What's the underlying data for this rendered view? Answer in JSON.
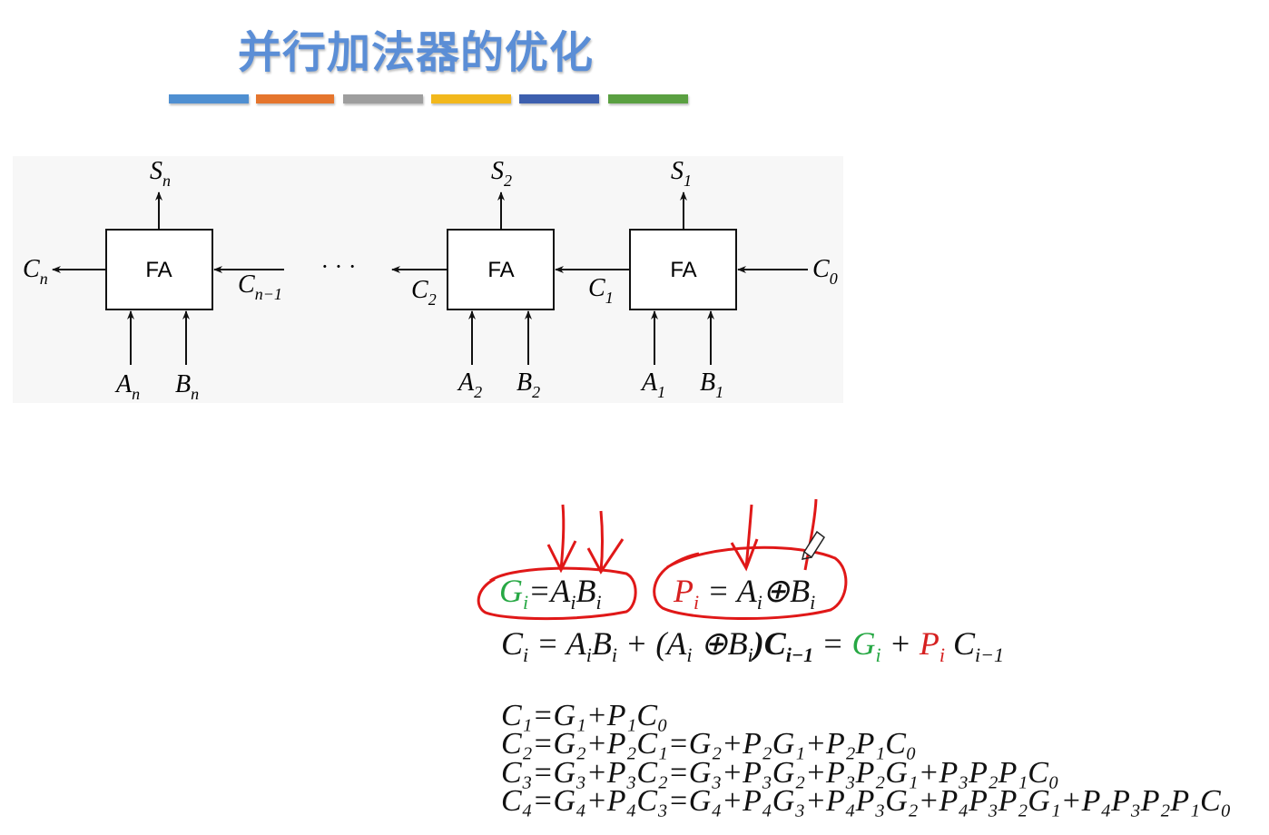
{
  "title": "并行加法器的优化",
  "color_bars": [
    "#4f8fd1",
    "#e5752d",
    "#9e9e9e",
    "#f2b81c",
    "#3d5fae",
    "#5aa041"
  ],
  "diagram": {
    "fa_label": "FA",
    "dots": "· · ·",
    "block_n": {
      "sum": "S",
      "sum_sub": "n",
      "carry_in": "C",
      "carry_in_sub": "n−1",
      "carry_out": "C",
      "carry_out_sub": "n",
      "a": "A",
      "a_sub": "n",
      "b": "B",
      "b_sub": "n"
    },
    "block_2": {
      "sum": "S",
      "sum_sub": "2",
      "carry_out": "C",
      "carry_out_sub": "2",
      "a": "A",
      "a_sub": "2",
      "b": "B",
      "b_sub": "2"
    },
    "block_1": {
      "sum": "S",
      "sum_sub": "1",
      "carry_in": "C",
      "carry_in_sub": "0",
      "carry_out": "C",
      "carry_out_sub": "1",
      "a": "A",
      "a_sub": "1",
      "b": "B",
      "b_sub": "1"
    }
  },
  "generate_def": {
    "lhs": "G",
    "lhs_sub": "i",
    "eq": "=",
    "rhs_a": "A",
    "rhs_a_sub": "i",
    "rhs_b": "B",
    "rhs_b_sub": "i"
  },
  "propagate_def": {
    "lhs": "P",
    "lhs_sub": "i",
    "eq": " = ",
    "rhs_a": "A",
    "rhs_a_sub": "i",
    "op": "⊕",
    "rhs_b": "B",
    "rhs_b_sub": "i"
  },
  "carry_equation": {
    "c": "C",
    "c_sub": "i",
    "part1": " = A",
    "p1_sub": "i",
    "part2": "B",
    "p2_sub": "i",
    "part3": " + (A",
    "p3_sub": "i",
    "part4": " ⊕B",
    "p4_sub": "i",
    "part5": ")C",
    "p5_sub": "i−1",
    "part6": " = ",
    "g": "G",
    "g_sub": "i",
    "plus": " + ",
    "p": "P",
    "p_sub": "i",
    "tail": " C",
    "tail_sub": "i−1"
  },
  "expansions": [
    "C₁=G₁+P₁C₀",
    "C₂=G₂+P₂C₁=G₂+P₂G₁+P₂P₁C₀",
    "C₃=G₃+P₃C₂=G₃+P₃G₂+P₃P₂G₁+P₃P₂P₁C₀",
    "C₄=G₄+P₄C₃=G₄+P₄G₃+P₄P₃G₂+P₄P₃P₂G₁+P₄P₃P₂P₁C₀"
  ]
}
